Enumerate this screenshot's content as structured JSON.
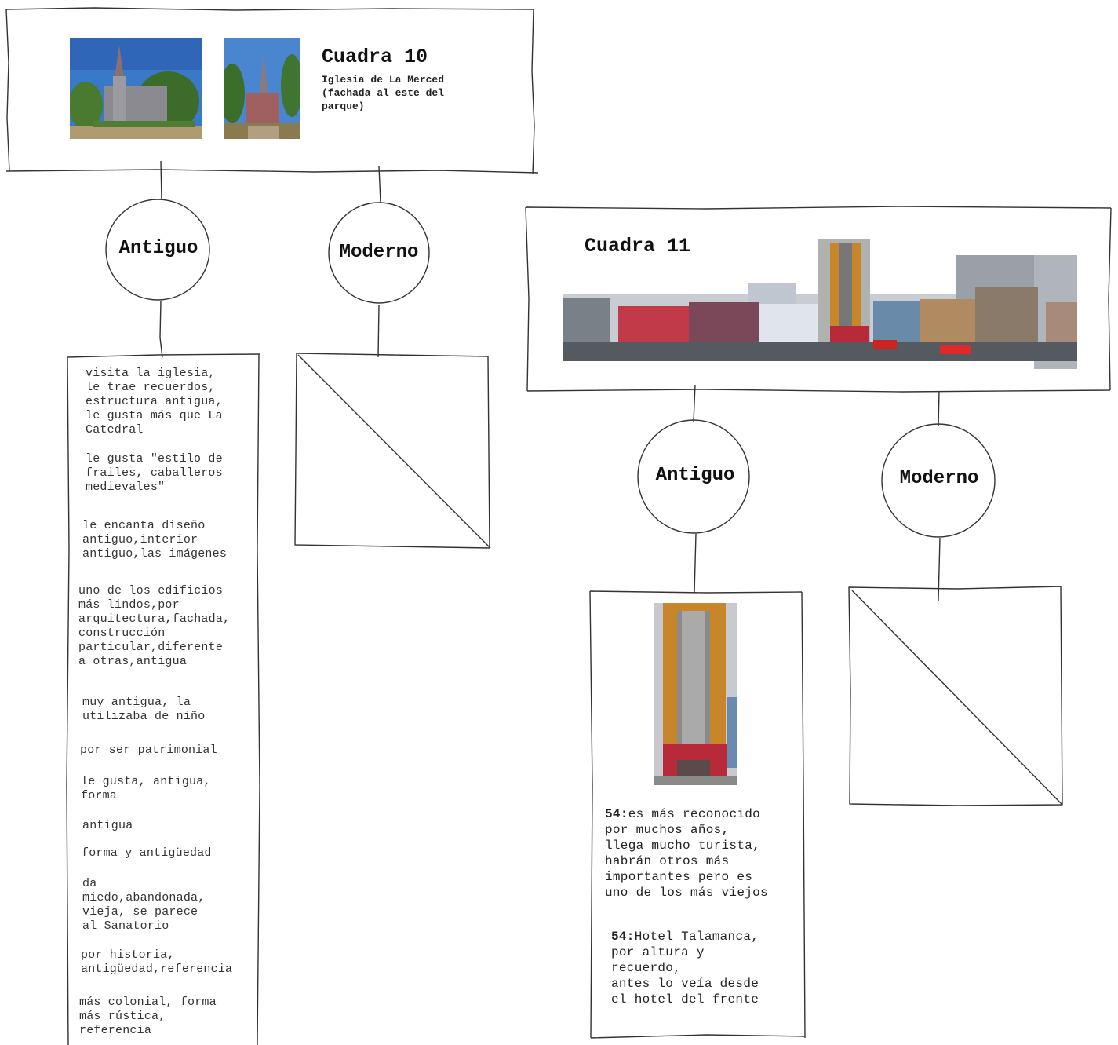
{
  "cuadra10": {
    "title": "Cuadra 10",
    "subtitle": "Iglesia de La Merced (fachada al este del parque)",
    "photo1_name": "church-photo-icon",
    "photo2_name": "church-photo-icon",
    "antiguo_label": "Antiguo",
    "moderno_label": "Moderno",
    "antiguo_notes": [
      "visita la iglesia,\nle trae recuerdos,\nestructura antigua,\nle gusta más que La\nCatedral",
      "le gusta \"estilo de\nfrailes, caballeros\nmedievales\"",
      "le encanta diseño\nantiguo,interior\nantiguo,las imágenes",
      "uno de los  edificios\nmás lindos,por\narquitectura,fachada,\nconstrucción\nparticular,diferente\na otras,antigua",
      "muy antigua, la\nutilizaba de niño",
      "por ser patrimonial",
      "le gusta, antigua,\nforma",
      "antigua",
      "forma y antigüedad",
      "da\nmiedo,abandonada,\nvieja, se parece\nal Sanatorio",
      "por historia,\nantigüedad,referencia",
      "más colonial, forma\nmás rústica,\nreferencia"
    ]
  },
  "cuadra11": {
    "title": "Cuadra 11",
    "antiguo_label": "Antiguo",
    "moderno_label": "Moderno",
    "antiguo_notes": [
      {
        "prefix": "54:",
        "text": "es más reconocido\npor muchos años,\nllega mucho turista,\nhabrán otros más\nimportantes pero es\nuno de los más viejos"
      },
      {
        "prefix": "54:",
        "text": "Hotel Talamanca,\npor altura y\nrecuerdo,\nantes lo veía desde\nel hotel del frente"
      }
    ]
  },
  "colors": {
    "line": "#333333",
    "sky": "#3a78c8",
    "building_orange": "#c8862a",
    "building_red": "#b8293a"
  }
}
